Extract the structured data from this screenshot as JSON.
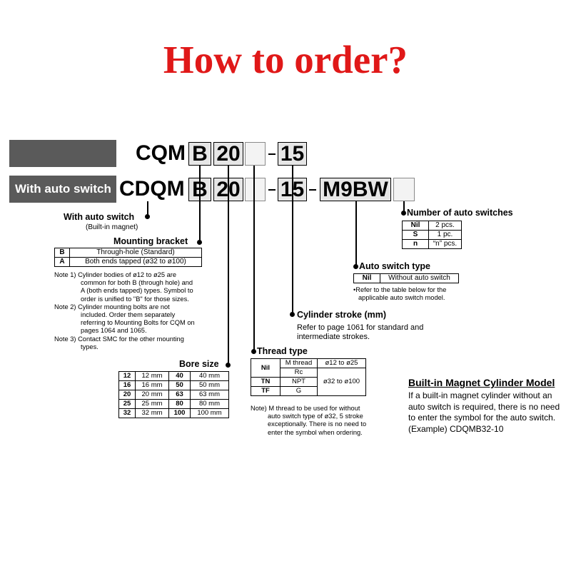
{
  "title": "How to order?",
  "row1": {
    "label": "",
    "prefix": "CQM",
    "mount": "B",
    "bore": "20",
    "stroke": "15"
  },
  "row2": {
    "label": "With auto switch",
    "prefix": "CDQM",
    "mount": "B",
    "bore": "20",
    "stroke": "15",
    "switch_model": "M9BW"
  },
  "dash": "-",
  "with_auto_switch": {
    "title": "With auto switch",
    "sub": "(Built-in magnet)"
  },
  "mounting_bracket": {
    "title": "Mounting bracket",
    "rows": [
      {
        "code": "B",
        "desc": "Through-hole (Standard)"
      },
      {
        "code": "A",
        "desc": "Both ends tapped (ø32 to ø100)"
      }
    ],
    "notes": [
      "Note 1) Cylinder bodies of ø12 to ø25 are",
      "common for both B (through hole) and",
      "A (both ends tapped) types.  Symbol to",
      "order is unified to \"B\" for those sizes.",
      "Note 2) Cylinder mounting bolts are not",
      "included. Order them separately",
      "referring to Mounting Bolts for CQM on",
      "pages 1064 and 1065.",
      "Note 3) Contact SMC for the other mounting",
      "types."
    ]
  },
  "bore_size": {
    "title": "Bore size",
    "rows": [
      {
        "c1": "12",
        "d1": "12 mm",
        "c2": "40",
        "d2": "40 mm"
      },
      {
        "c1": "16",
        "d1": "16 mm",
        "c2": "50",
        "d2": "50 mm"
      },
      {
        "c1": "20",
        "d1": "20 mm",
        "c2": "63",
        "d2": "63 mm"
      },
      {
        "c1": "25",
        "d1": "25 mm",
        "c2": "80",
        "d2": "80 mm"
      },
      {
        "c1": "32",
        "d1": "32 mm",
        "c2": "100",
        "d2": "100 mm"
      }
    ]
  },
  "thread_type": {
    "title": "Thread type",
    "nil": "Nil",
    "m_thread": "M thread",
    "rc": "Rc",
    "tn": "TN",
    "npt": "NPT",
    "tf": "TF",
    "g": "G",
    "range1": "ø12 to ø25",
    "range2": "ø32 to ø100",
    "note": [
      "Note) M thread to be used for without",
      "auto switch type of ø32, 5 stroke",
      "exceptionally. There is no need to",
      "enter the symbol when ordering."
    ]
  },
  "cylinder_stroke": {
    "title": "Cylinder stroke (mm)",
    "text": [
      "Refer to page 1061 for standard and",
      "intermediate strokes."
    ]
  },
  "auto_switch_type": {
    "title": "Auto switch type",
    "code": "Nil",
    "desc": "Without auto switch",
    "note": [
      "•Refer to the table below for the",
      "applicable auto switch model."
    ]
  },
  "num_switches": {
    "title": "Number of auto switches",
    "rows": [
      {
        "code": "Nil",
        "desc": "2 pcs."
      },
      {
        "code": "S",
        "desc": "1 pc."
      },
      {
        "code": "n",
        "desc": "“n” pcs."
      }
    ]
  },
  "magnet_model": {
    "title": "Built-in Magnet Cylinder Model",
    "text": [
      "If a built-in magnet cylinder without an",
      "auto switch is required, there is no need",
      "to enter the symbol for the auto switch.",
      "(Example) CDQMB32-10"
    ]
  }
}
